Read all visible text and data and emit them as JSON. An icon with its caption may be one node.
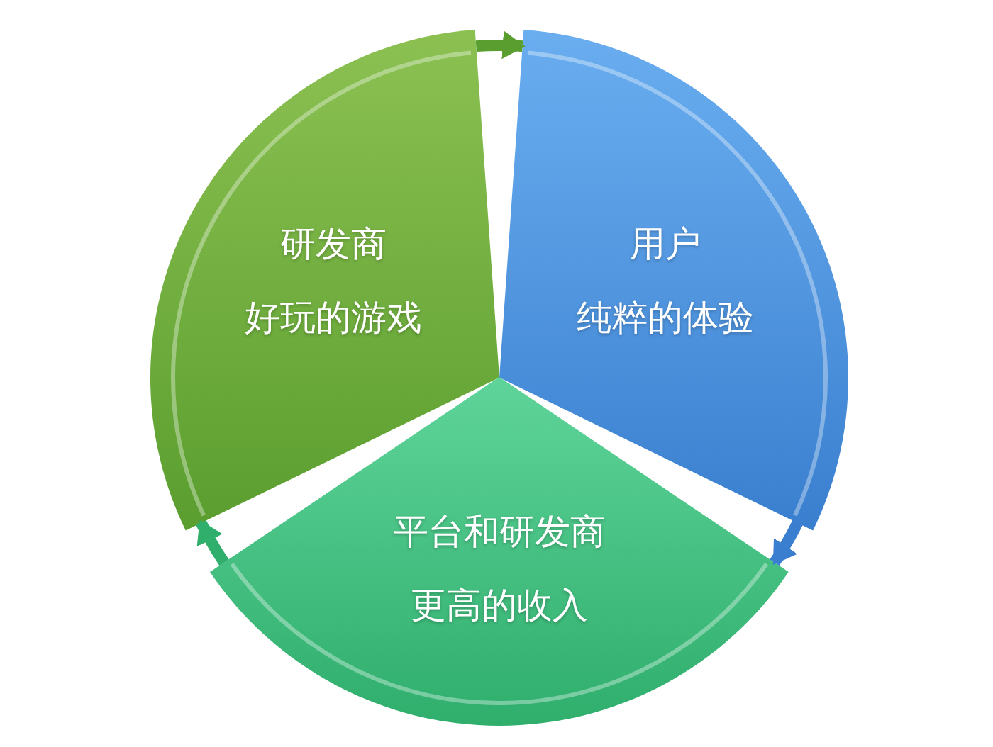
{
  "diagram": {
    "nodes": [
      {
        "text": [
          "研发商",
          "好玩的游戏"
        ]
      },
      {
        "text": [
          "用户",
          "纯粹的体验"
        ]
      },
      {
        "text": [
          "平台和研发商",
          "更高的收入"
        ]
      }
    ],
    "edges": [
      {
        "from": 0,
        "to": 1,
        "arrow": "to",
        "color": "#5a9e2f"
      },
      {
        "from": 1,
        "to": 2,
        "arrow": "to",
        "color": "#3a7fcf"
      },
      {
        "from": 2,
        "to": 0,
        "arrow": "to",
        "color": "#2fae6c"
      }
    ]
  }
}
